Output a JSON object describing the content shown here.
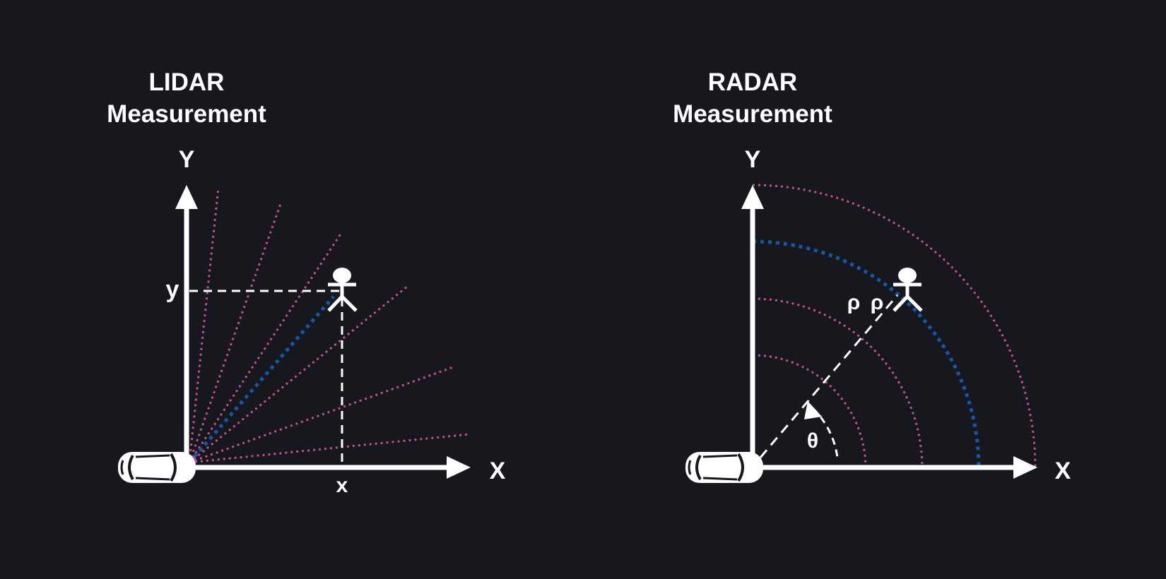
{
  "colors": {
    "background": "#17181d",
    "foreground": "#ffffff",
    "beam": "#c14f96",
    "highlight": "#1656a8"
  },
  "lidar": {
    "title_line1": "LIDAR",
    "title_line2": "Measurement",
    "y_axis_label": "Y",
    "x_axis_label": "X",
    "y_coord_label": "y",
    "x_coord_label": "x"
  },
  "radar": {
    "title_line1": "RADAR",
    "title_line2": "Measurement",
    "y_axis_label": "Y",
    "x_axis_label": "X",
    "range_label_1": "ρ",
    "range_label_2": "ρ",
    "angle_label": "θ"
  },
  "icons": {
    "car": "car-icon",
    "pedestrian": "pedestrian-icon"
  }
}
